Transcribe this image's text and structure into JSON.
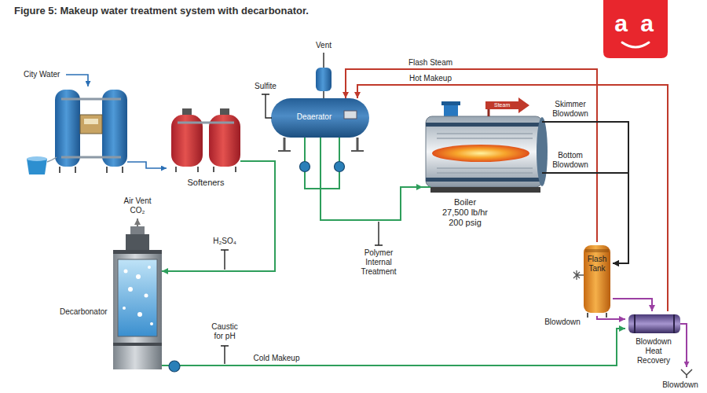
{
  "diagram": {
    "title": "Figure 5: Makeup water treatment system with decarbonator.",
    "nodes": [
      {
        "text": [
          "Softeners"
        ]
      },
      {
        "text": [
          "Deaerator"
        ]
      },
      {
        "text": [
          "Boiler",
          "27,500 lb/hr 200 psig"
        ]
      },
      {
        "text": [
          "Decarbonator"
        ]
      },
      {
        "text": [
          "Flash Tank"
        ]
      },
      {
        "text": [
          "Blowdown Heat Recovery"
        ]
      }
    ],
    "edges": [
      {
        "from": 0,
        "to": 3,
        "arrow": "to"
      },
      {
        "from": 3,
        "to": 5,
        "label": "Cold Makeup",
        "arrow": "to"
      },
      {
        "from": 5,
        "to": 1,
        "label": "Hot Makeup",
        "arrow": "to"
      },
      {
        "from": 4,
        "to": 1,
        "label": "Flash Steam",
        "arrow": "to"
      },
      {
        "from": 1,
        "to": 2,
        "arrow": "to"
      },
      {
        "from": 2,
        "to": 4,
        "label": "Skimmer Blowdown",
        "arrow": "to"
      },
      {
        "from": 2,
        "to": 4,
        "label": "Bottom Blowdown",
        "arrow": "to"
      },
      {
        "from": 4,
        "to": 5,
        "arrow": "to"
      },
      {
        "from": 4,
        "to": 5,
        "label": "Blowdown",
        "arrow": "to"
      }
    ],
    "labels": [
      "a a",
      "Vent",
      "City Water",
      "Sulfite",
      "Steam",
      "Air Vent CO₂",
      "H₂SO₄",
      "Polymer Internal Treatment",
      "Caustic for pH",
      "Blowdown"
    ]
  }
}
